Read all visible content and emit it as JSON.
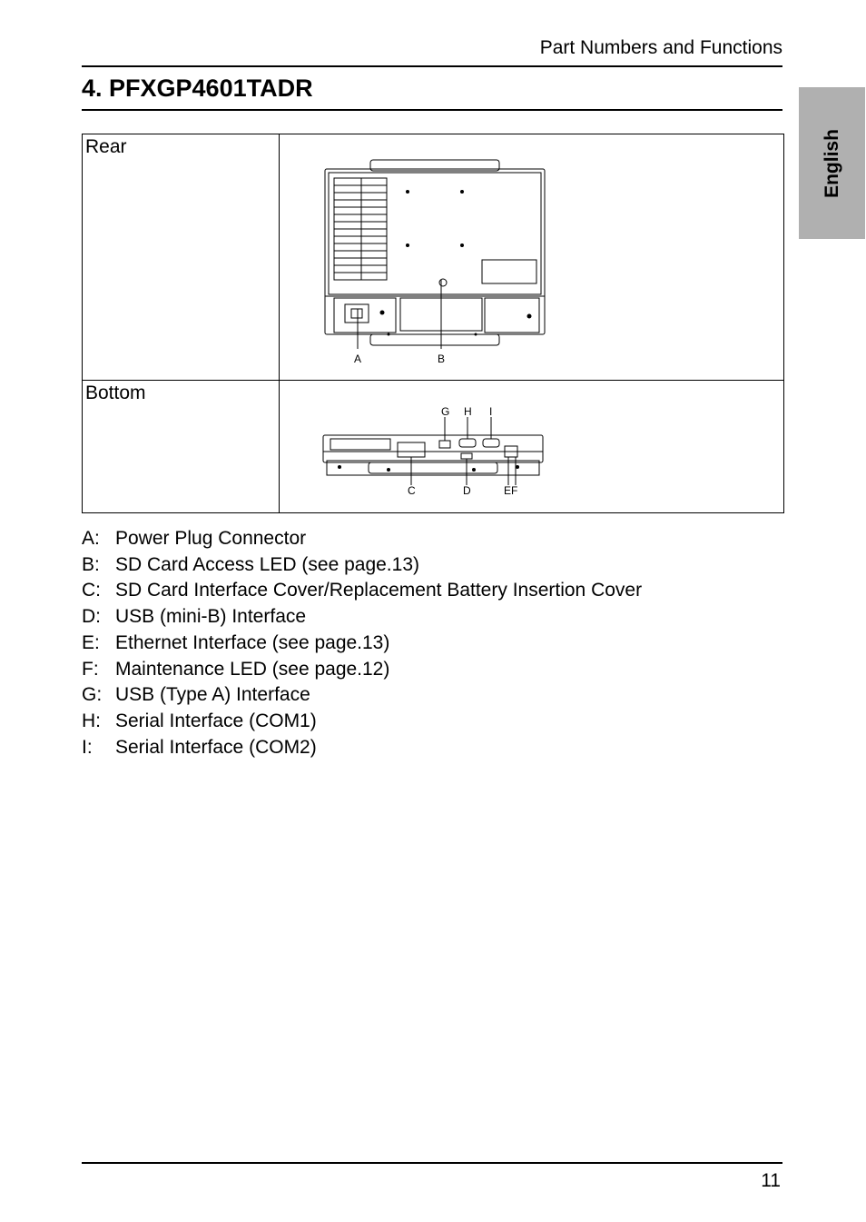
{
  "header": {
    "section": "Part Numbers and Functions",
    "page_title": "4. PFXGP4601TADR",
    "side_tab": "English"
  },
  "table": {
    "rear_label": "Rear",
    "bottom_label": "Bottom",
    "rear_callouts": [
      "A",
      "B"
    ],
    "bottom_callouts_top": [
      "G",
      "H",
      "I"
    ],
    "bottom_callouts_bottom": [
      "C",
      "D",
      "EF"
    ]
  },
  "legend": [
    {
      "key": "A:",
      "text": "Power Plug Connector"
    },
    {
      "key": "B:",
      "text": "SD Card Access LED  (see page.13)"
    },
    {
      "key": "C:",
      "text": "SD Card Interface Cover/Replacement Battery Insertion Cover"
    },
    {
      "key": "D:",
      "text": "USB (mini-B) Interface"
    },
    {
      "key": "E:",
      "text": "Ethernet Interface (see page.13)"
    },
    {
      "key": "F:",
      "text": "Maintenance LED  (see page.12)"
    },
    {
      "key": "G:",
      "text": "USB (Type A) Interface"
    },
    {
      "key": "H:",
      "text": "Serial Interface (COM1)"
    },
    {
      "key": "I:",
      "text": "Serial Interface (COM2)"
    }
  ],
  "footer": {
    "page_number": "11"
  }
}
